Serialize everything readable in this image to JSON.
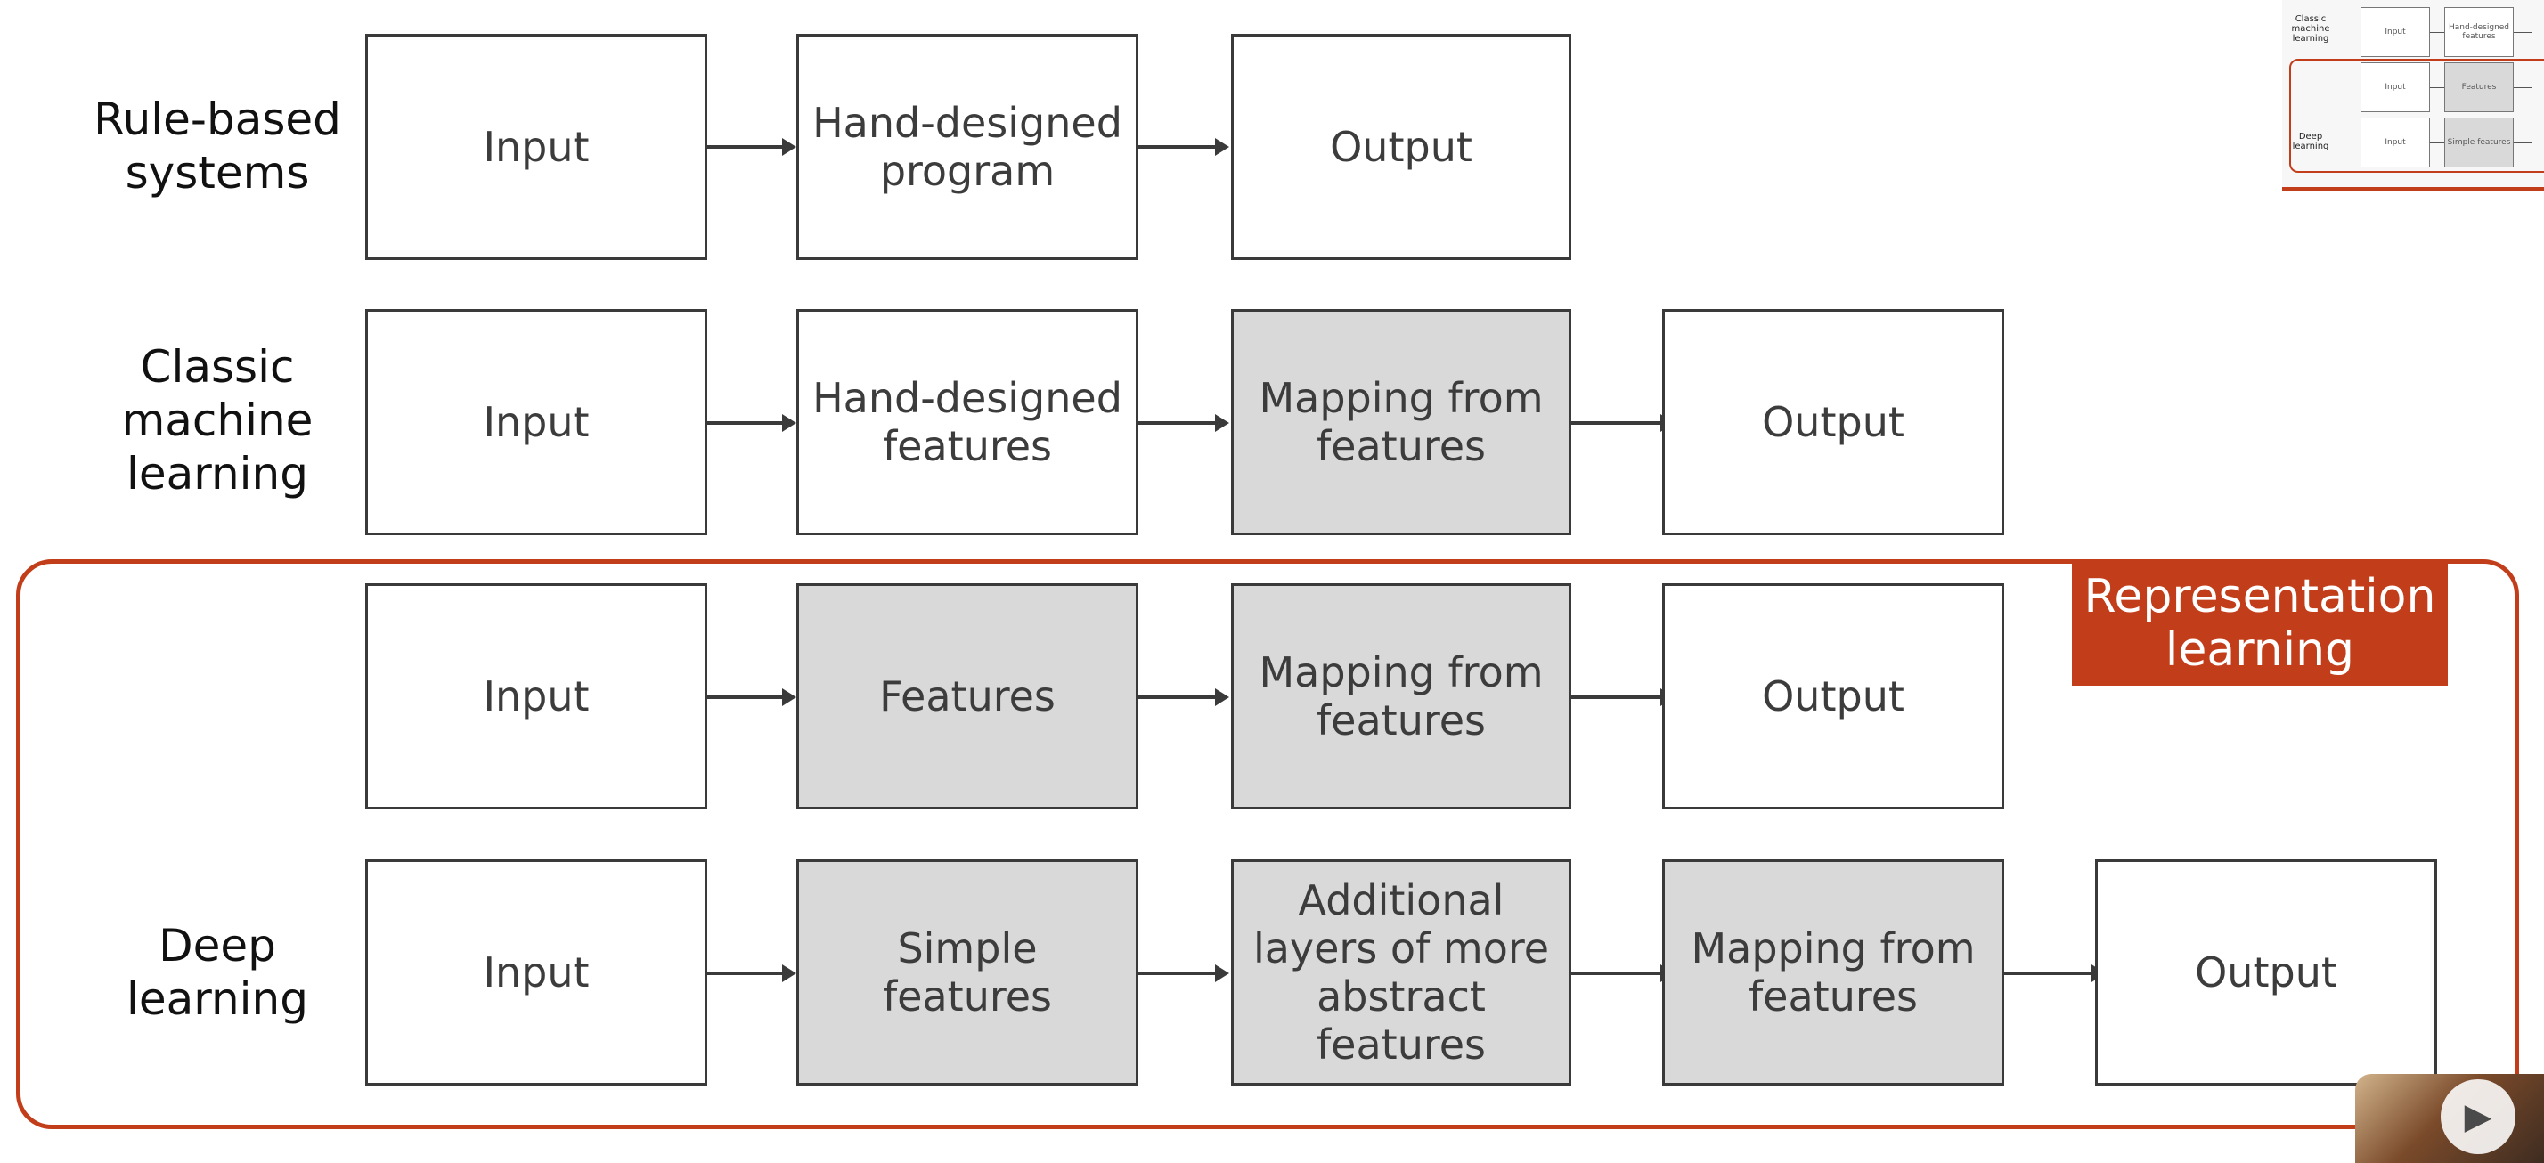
{
  "rows": {
    "rule_based": {
      "label": "Rule-based\nsystems",
      "boxes": [
        "Input",
        "Hand-designed\nprogram",
        "Output"
      ]
    },
    "classic_ml": {
      "label": "Classic\nmachine\nlearning",
      "boxes": [
        "Input",
        "Hand-designed\nfeatures",
        "Mapping from\nfeatures",
        "Output"
      ]
    },
    "representation": {
      "boxes": [
        "Input",
        "Features",
        "Mapping from\nfeatures",
        "Output"
      ]
    },
    "deep_learning": {
      "label": "Deep\nlearning",
      "boxes": [
        "Input",
        "Simple features",
        "Additional\nlayers of more\nabstract\nfeatures",
        "Mapping from\nfeatures",
        "Output"
      ]
    }
  },
  "representation_tag": "Representation\nlearning",
  "colors": {
    "accent": "#c23e1a",
    "shaded_box": "#d9d9d9",
    "box_border": "#3a3a3a"
  },
  "thumbnail": {
    "labels": [
      "Classic\nmachine\nlearning",
      "Deep\nlearning"
    ],
    "boxes": [
      "Input",
      "Hand-designed\nfeatures",
      "Input",
      "Features",
      "Input",
      "Simple features"
    ]
  },
  "icons": {
    "play": "play-icon"
  }
}
